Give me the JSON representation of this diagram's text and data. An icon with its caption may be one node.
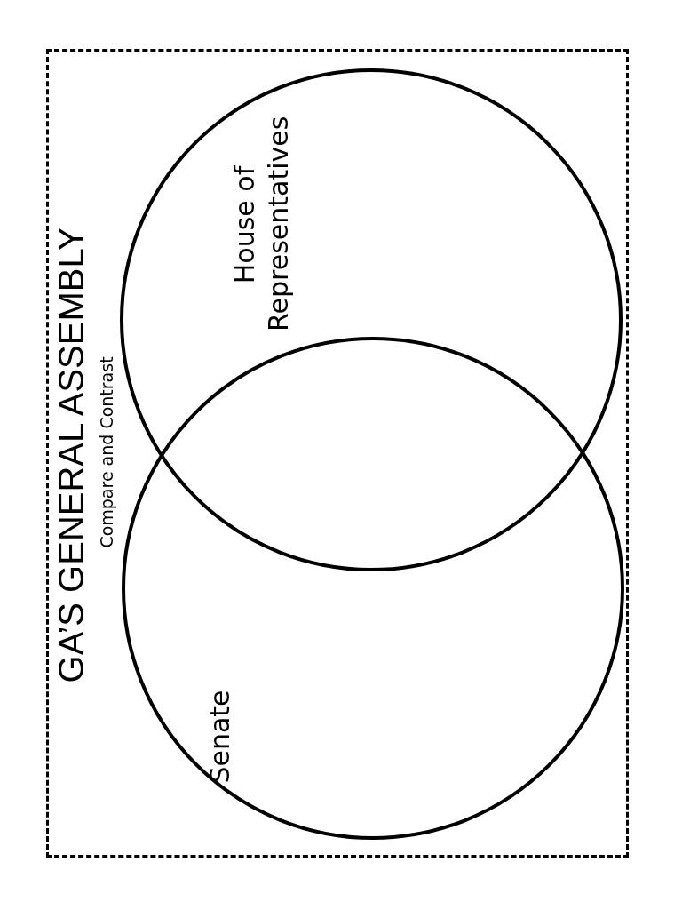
{
  "diagram": {
    "title": "GA’S GENERAL ASSEMBLY",
    "nodes": [
      {
        "text": [
          "House of Representatives"
        ]
      },
      {
        "text": [
          "Senate"
        ]
      }
    ],
    "edges": [],
    "labels": [
      "Compare and Contrast"
    ]
  }
}
